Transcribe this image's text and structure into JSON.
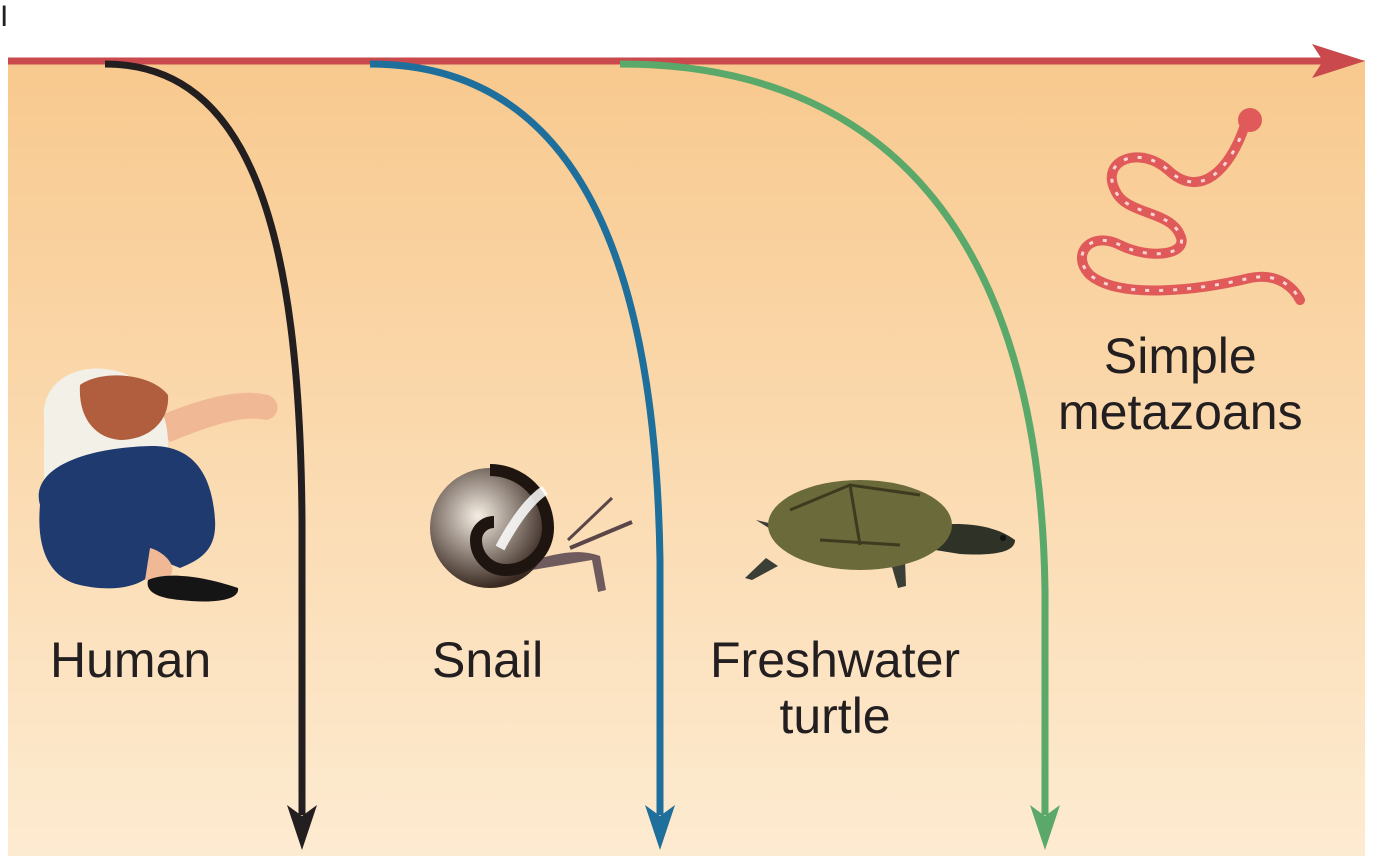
{
  "top_mark": "I",
  "organisms": [
    {
      "name": "human",
      "label_lines": [
        "Human"
      ],
      "icon": "human-icon"
    },
    {
      "name": "snail",
      "label_lines": [
        "Snail"
      ],
      "icon": "snail-icon"
    },
    {
      "name": "freshwater-turtle",
      "label_lines": [
        "Freshwater",
        "turtle"
      ],
      "icon": "turtle-icon"
    },
    {
      "name": "simple-metazoans",
      "label_lines": [
        "Simple",
        "metazoans"
      ],
      "icon": "worm-icon"
    }
  ],
  "colors": {
    "main_arrow": "#c9494d",
    "human_arrow": "#231f20",
    "snail_arrow": "#1f6f9c",
    "turtle_arrow": "#5aa86a",
    "background_top": "#f8c98e",
    "background_bottom": "#fdebd1"
  }
}
